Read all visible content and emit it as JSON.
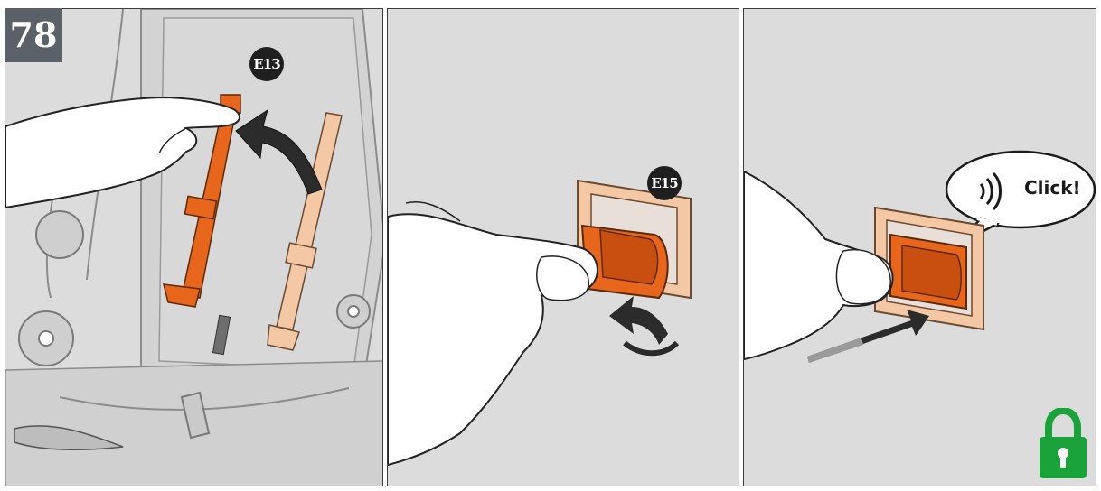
{
  "step": {
    "number": "78"
  },
  "panels": [
    {
      "callout": "E13"
    },
    {
      "callout": "E15"
    },
    {
      "sound_text": "Click!",
      "lock_icon": "lock-icon",
      "lock_color": "#1aa33a"
    }
  ],
  "colors": {
    "strap_orange": "#e8661c",
    "strap_beige": "#f4c8a4",
    "panel_bg": "#dcdcdc",
    "badge_bg": "#5a6169"
  }
}
